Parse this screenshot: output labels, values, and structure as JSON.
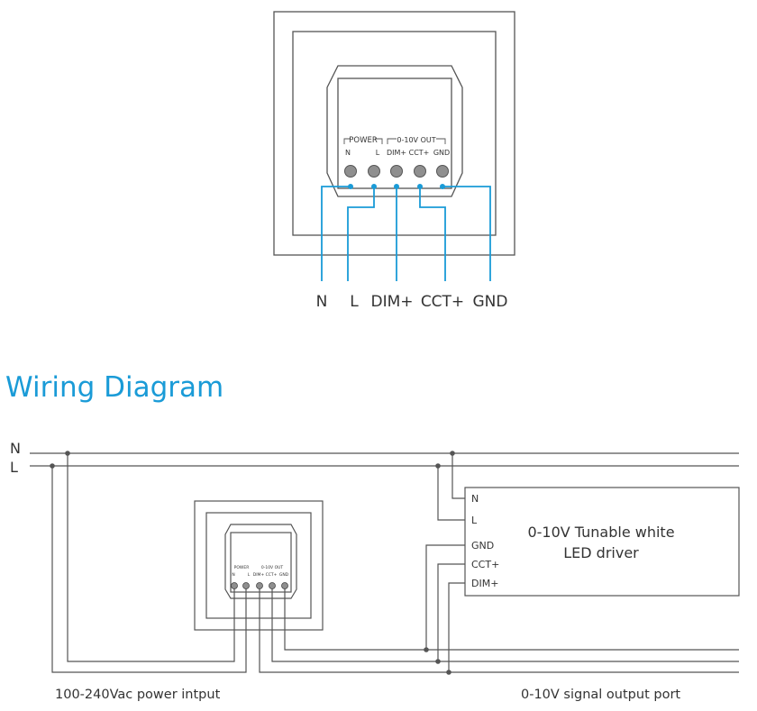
{
  "section_title": "Wiring Diagram",
  "top": {
    "group_power": "POWER",
    "group_out": "0-10V OUT",
    "terminal_labels": [
      "N",
      "L",
      "DIM+",
      "CCT+",
      "GND"
    ],
    "wire_labels": [
      "N",
      "L",
      "DIM+",
      "CCT+",
      "GND"
    ]
  },
  "diagram": {
    "line_labels": [
      "N",
      "L"
    ],
    "small_group_power": "POWER",
    "small_group_out": "0-10V OUT",
    "small_terminal_labels": [
      "N",
      "L",
      "DIM+",
      "CCT+",
      "GND"
    ],
    "driver_title_line1": "0-10V Tunable white",
    "driver_title_line2": "LED driver",
    "driver_terminals": [
      "N",
      "L",
      "GND",
      "CCT+",
      "DIM+"
    ],
    "caption_left": "100-240Vac power intput",
    "caption_right": "0-10V signal output port"
  },
  "colors": {
    "accent": "#1a9bd7",
    "line": "#555555",
    "terminal": "#8f8f8f"
  }
}
